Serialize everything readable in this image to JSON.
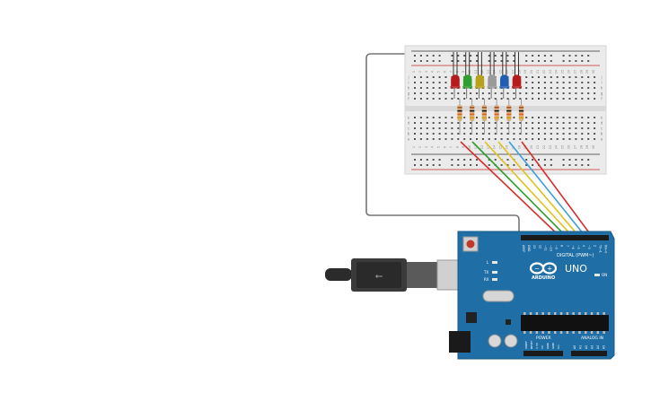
{
  "board": {
    "brand": "ARDUINO",
    "model": "UNO",
    "digital_label": "DIGITAL (PWM~)",
    "power_label": "POWER",
    "analog_label": "ANALOG IN",
    "led_labels": [
      "L",
      "TX",
      "RX"
    ],
    "on_label": "ON",
    "digital_pins": [
      "AREF",
      "GND",
      "13",
      "12",
      "~11",
      "~10",
      "~9",
      "8",
      "7",
      "~6",
      "~5",
      "4",
      "~3",
      "2",
      "TX→1",
      "RX←0"
    ],
    "power_pins": [
      "IOREF",
      "RESET",
      "3.3V",
      "5V",
      "GND",
      "GND",
      "Vin"
    ],
    "analog_pins": [
      "A0",
      "A1",
      "A2",
      "A3",
      "A4",
      "A5"
    ],
    "logo_color": "#ffffff",
    "pcb_color": "#1f6fa6"
  },
  "breadboard": {
    "color": "#ebebeb",
    "row_letters_top": [
      "j",
      "i",
      "h",
      "g",
      "f"
    ],
    "row_letters_bottom": [
      "e",
      "d",
      "c",
      "b",
      "a"
    ],
    "column_numbers": [
      "1",
      "2",
      "3",
      "4",
      "5",
      "6",
      "7",
      "8",
      "9",
      "10",
      "11",
      "12",
      "13",
      "14",
      "15",
      "16",
      "17",
      "18",
      "19",
      "20",
      "21",
      "22",
      "23",
      "24",
      "25",
      "26",
      "27",
      "28",
      "29",
      "30"
    ]
  },
  "leds": [
    {
      "color": "#b71c1c",
      "name": "red"
    },
    {
      "color": "#2e9e2e",
      "name": "green"
    },
    {
      "color": "#b8a21a",
      "name": "yellow"
    },
    {
      "color": "#9a9a9a",
      "name": "white"
    },
    {
      "color": "#1e5fb5",
      "name": "blue"
    },
    {
      "color": "#b71c1c",
      "name": "red"
    }
  ],
  "wires": [
    {
      "color": "#d32f2f"
    },
    {
      "color": "#2e9e2e"
    },
    {
      "color": "#e0c21a"
    },
    {
      "color": "#e0c21a"
    },
    {
      "color": "#3aa0d8"
    },
    {
      "color": "#d32f2f"
    }
  ],
  "ground_wire_color": "#777777",
  "usb_cable_color": "#333333"
}
